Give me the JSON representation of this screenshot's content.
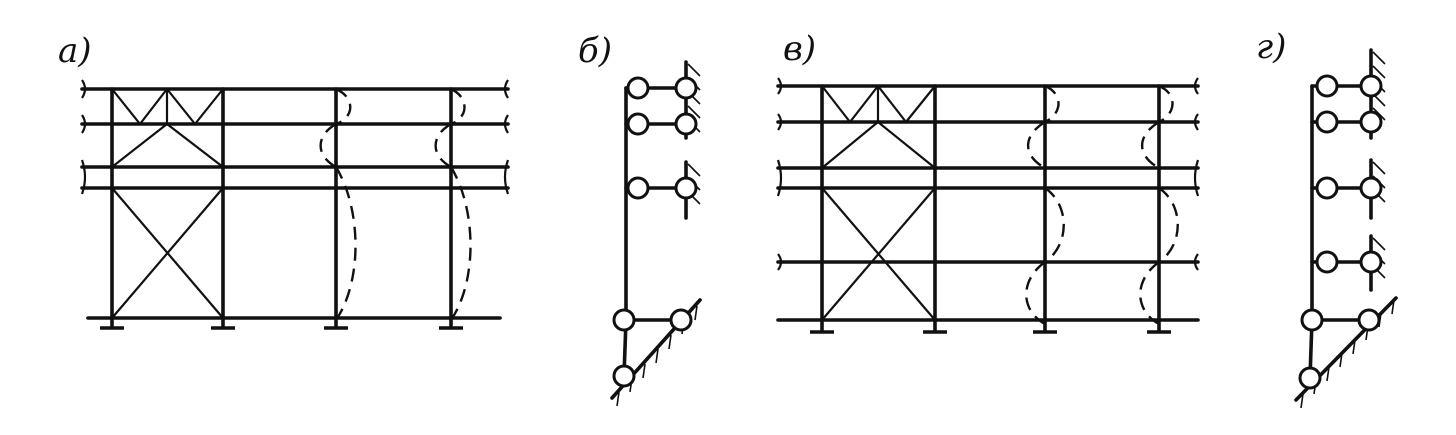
{
  "figures": [
    {
      "id": "a",
      "label": "а)"
    },
    {
      "id": "b",
      "label": "б)"
    },
    {
      "id": "v",
      "label": "в)"
    },
    {
      "id": "g",
      "label": "г)"
    }
  ]
}
